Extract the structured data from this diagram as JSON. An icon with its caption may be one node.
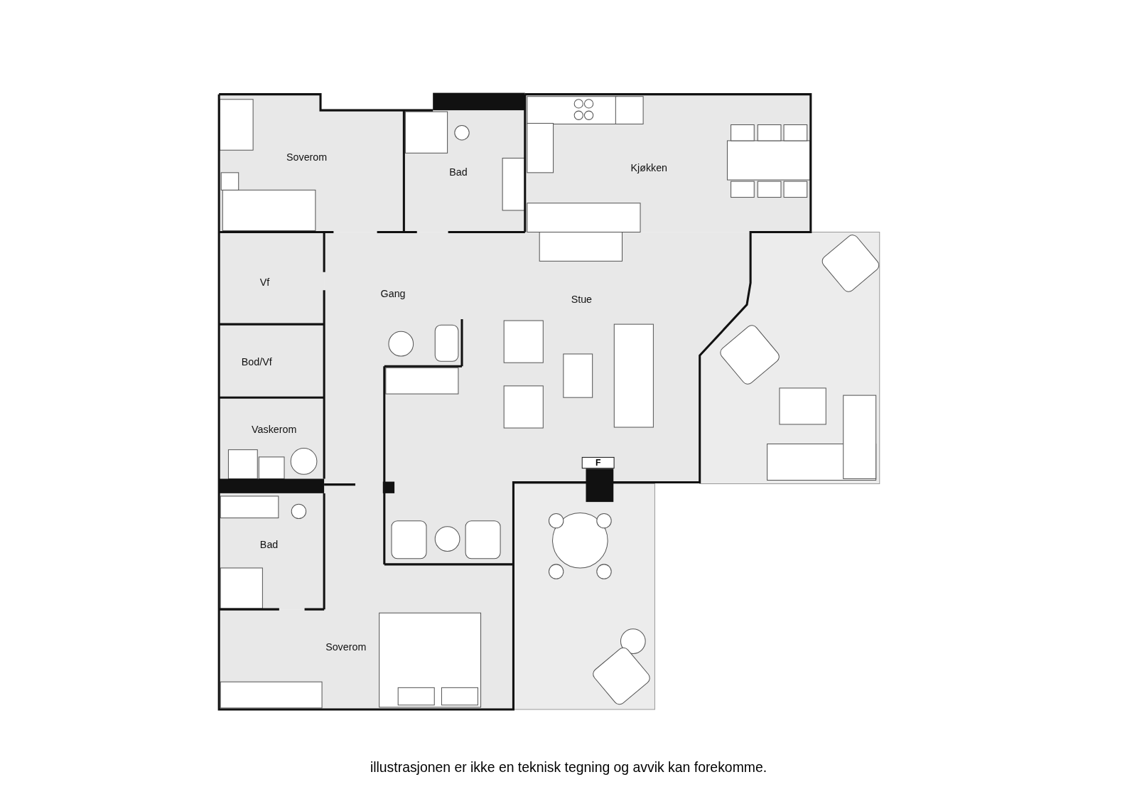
{
  "diagram": {
    "caption": "illustrasjonen er ikke en teknisk tegning og avvik kan forekomme.",
    "nodes": [
      {
        "text": [
          "Soverom"
        ]
      },
      {
        "text": [
          "Bad"
        ]
      },
      {
        "text": [
          "Kjøkken"
        ]
      },
      {
        "text": [
          "Vf"
        ]
      },
      {
        "text": [
          "Gang"
        ]
      },
      {
        "text": [
          "Stue"
        ]
      },
      {
        "text": [
          "Bod/Vf"
        ]
      },
      {
        "text": [
          "Vaskerom"
        ]
      },
      {
        "text": [
          "Bad"
        ]
      },
      {
        "text": [
          "Soverom"
        ]
      }
    ],
    "labels": [
      "F"
    ]
  }
}
